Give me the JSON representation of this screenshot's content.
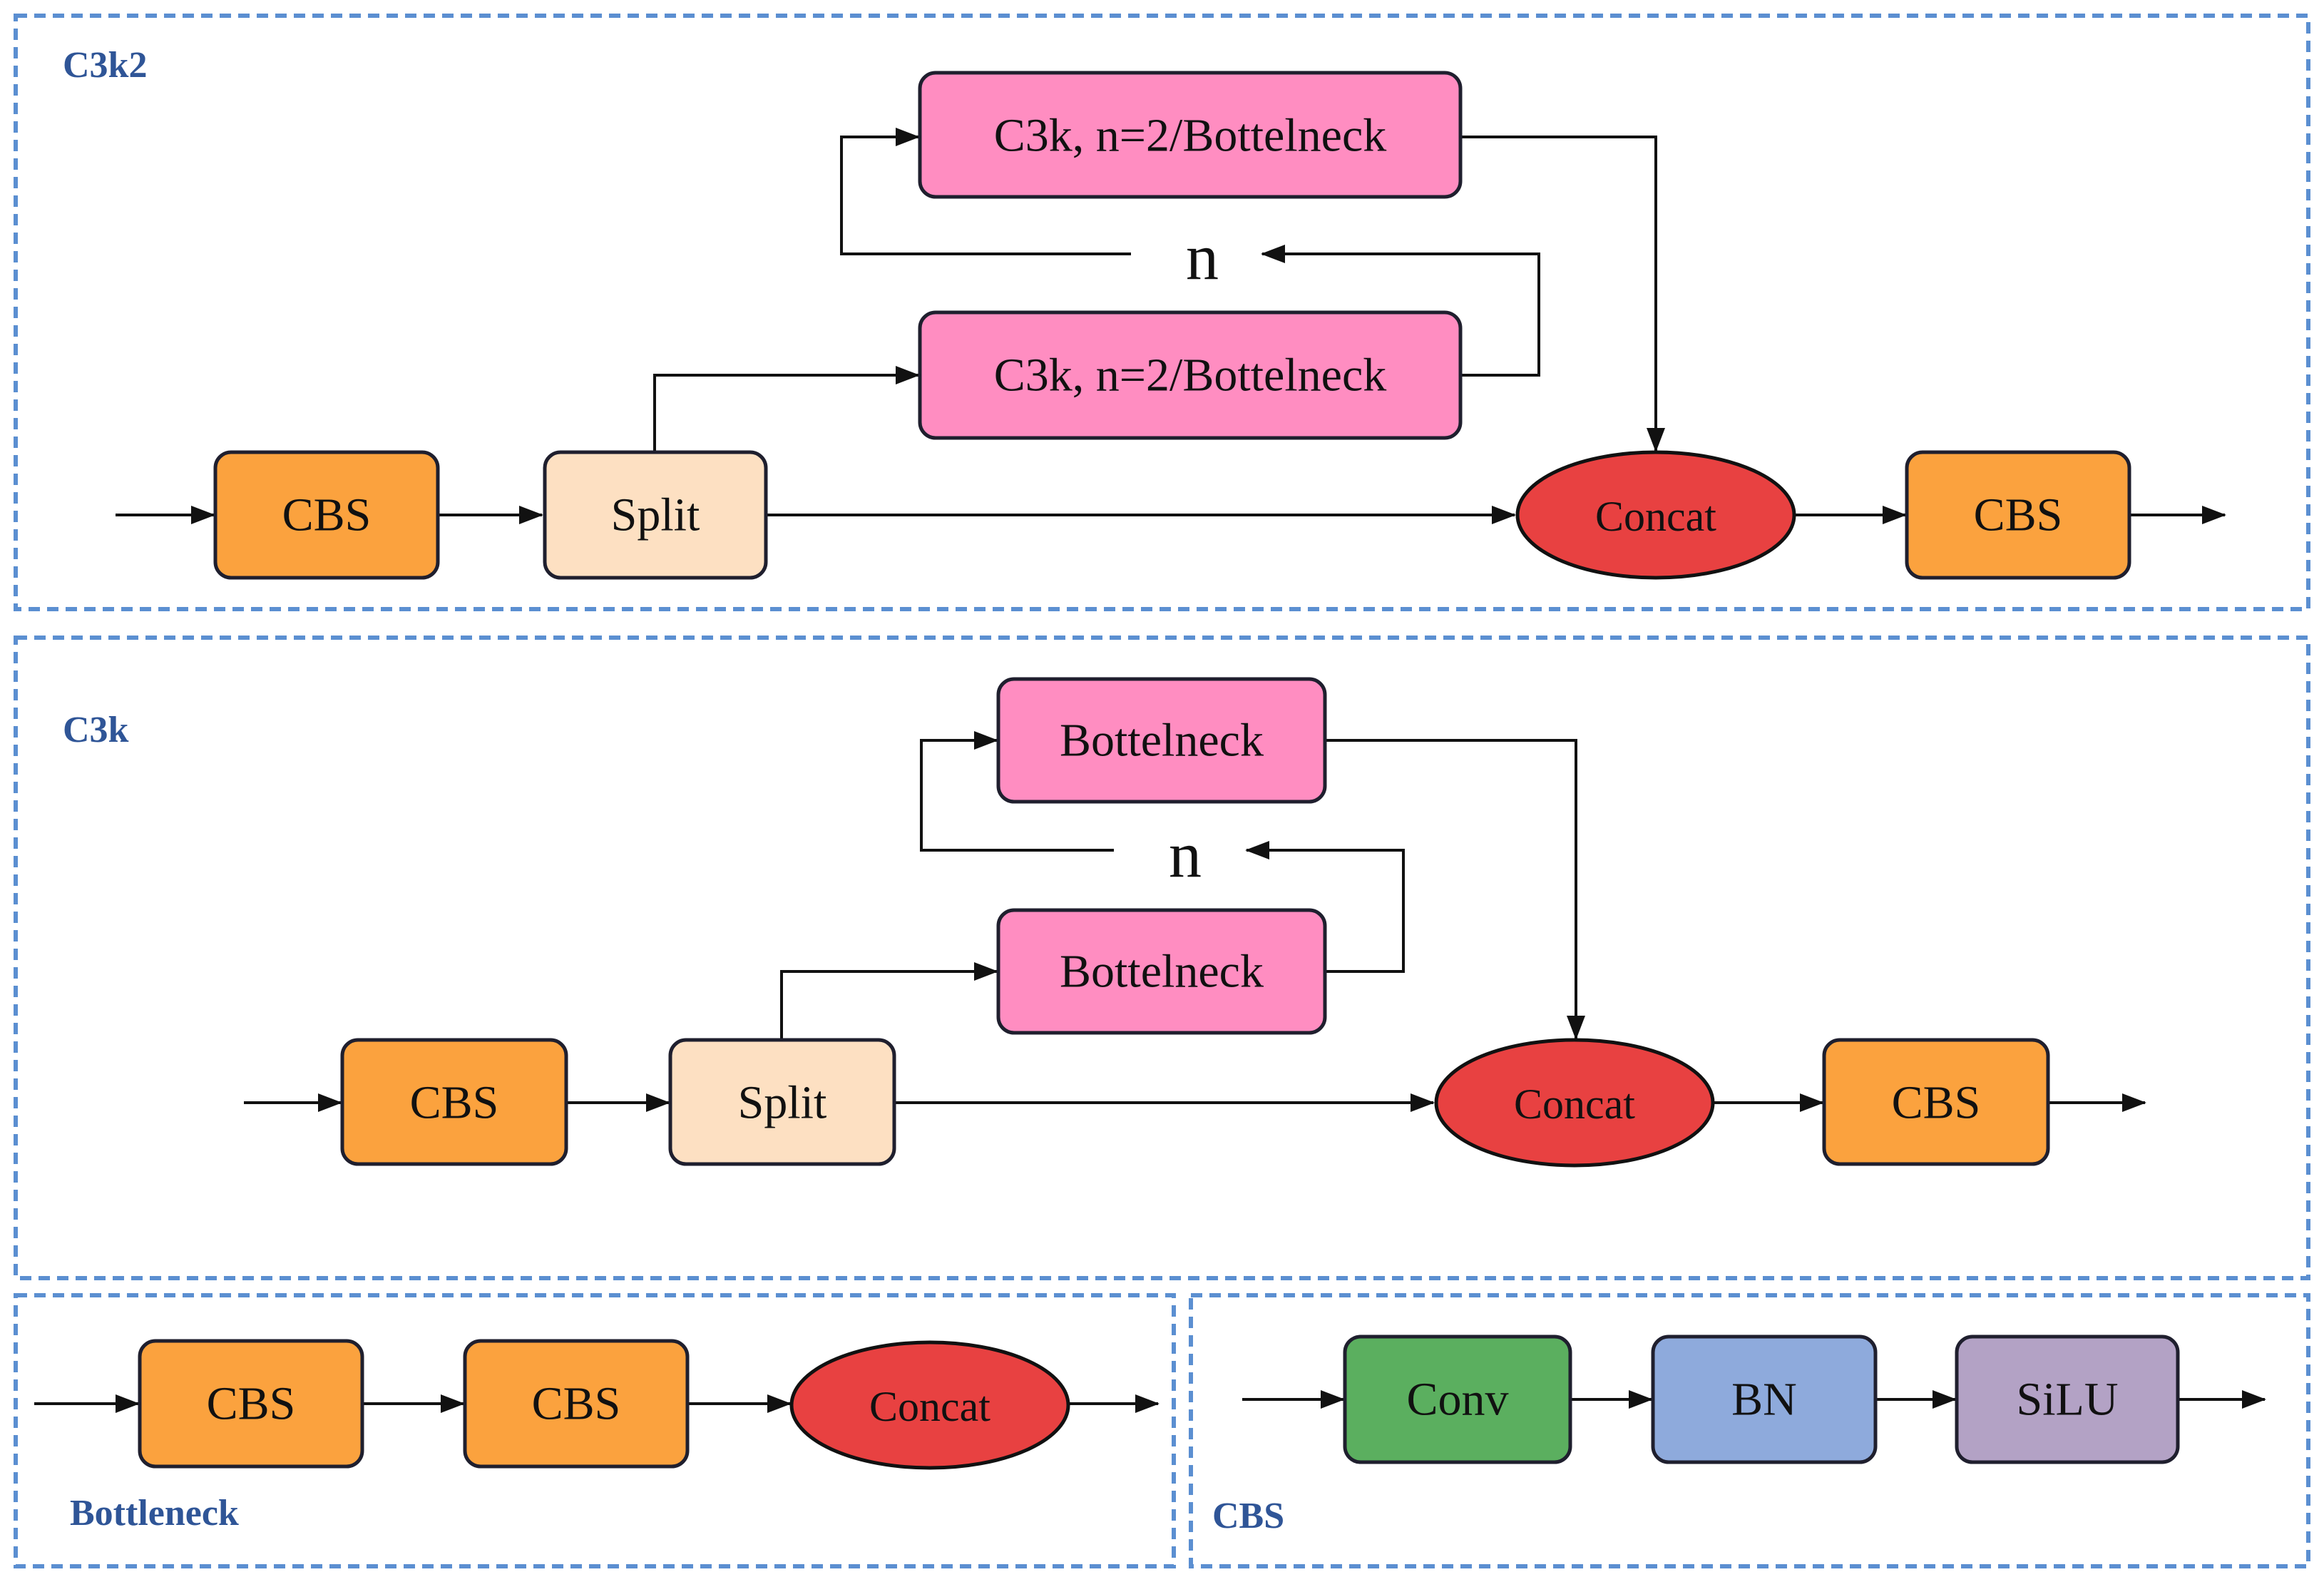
{
  "colors": {
    "cbs": "#FBA23E",
    "split": "#FDE0C2",
    "bottleneck": "#FF8DC1",
    "concat": "#E84141",
    "conv": "#5BAF5F",
    "bn": "#8EAADC",
    "silu": "#B3A2C5",
    "panel_title": "#2F5597",
    "panel_border": "#5B8FD1"
  },
  "panels": {
    "c3k2": {
      "title": "C3k2",
      "top_block": "C3k, n=2/Bottelneck",
      "bottom_block": "C3k, n=2/Bottelneck",
      "repeat_label": "n",
      "cbs_in": "CBS",
      "split": "Split",
      "concat": "Concat",
      "cbs_out": "CBS"
    },
    "c3k": {
      "title": "C3k",
      "top_block": "Bottelneck",
      "bottom_block": "Bottelneck",
      "repeat_label": "n",
      "cbs_in": "CBS",
      "split": "Split",
      "concat": "Concat",
      "cbs_out": "CBS"
    },
    "bottleneck": {
      "title": "Bottleneck",
      "cbs_1": "CBS",
      "cbs_2": "CBS",
      "concat": "Concat"
    },
    "cbs": {
      "title": "CBS",
      "conv": "Conv",
      "bn": "BN",
      "silu": "SiLU"
    }
  }
}
